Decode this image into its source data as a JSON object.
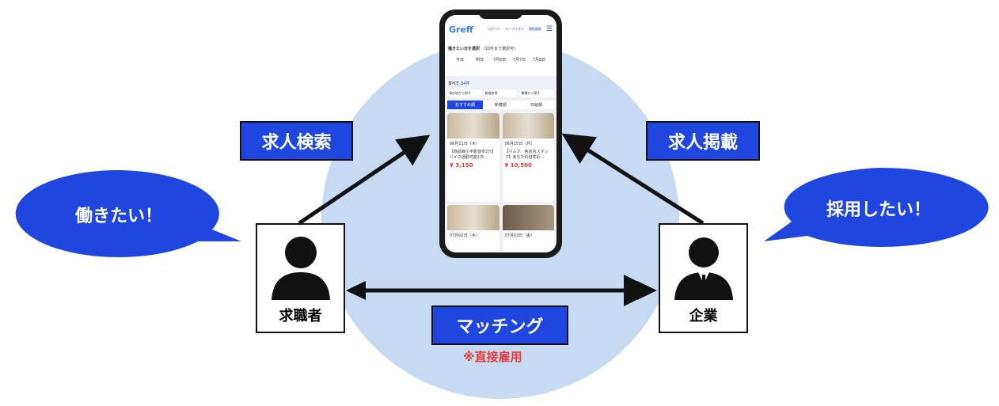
{
  "labels": {
    "search": "求人検索",
    "post": "求人掲載",
    "matching": "マッチング",
    "note": "※直接雇用"
  },
  "bubbles": {
    "left": "働きたい！",
    "right": "採用したい！"
  },
  "people": {
    "seeker": "求職者",
    "company": "企業"
  },
  "phone": {
    "logo": "Greff",
    "nav": [
      "ログイン",
      "キープリスト",
      "閲覧履歴"
    ],
    "date_title": "働きたい日を選択",
    "date_sub": "（10件まで選択可）",
    "dates": [
      "今日",
      "明日",
      "7月6日",
      "7月7日",
      "7月8日"
    ],
    "list_title": "すべて",
    "count": "34件",
    "filters": [
      "現在地から探す",
      "都道府県",
      "職種から探す"
    ],
    "tabs": [
      "おすすめ順",
      "新着順",
      "日給順"
    ],
    "cards": [
      {
        "date": "06月11日（木）",
        "title": "【西武線小平駅徒歩2分】バイク通勤可能1日...",
        "price": "¥ 3,150"
      },
      {
        "date": "06月15日（月）",
        "title": "【ベルク　各店内スタッフ】あなたの自宅近...",
        "price": "¥ 10,500"
      },
      {
        "date": "07月02日（木）"
      },
      {
        "date": "07月03日（金）"
      }
    ]
  },
  "colors": {
    "blue": "#1f47e0",
    "circle": "#c6daf4",
    "red": "#e53935"
  }
}
